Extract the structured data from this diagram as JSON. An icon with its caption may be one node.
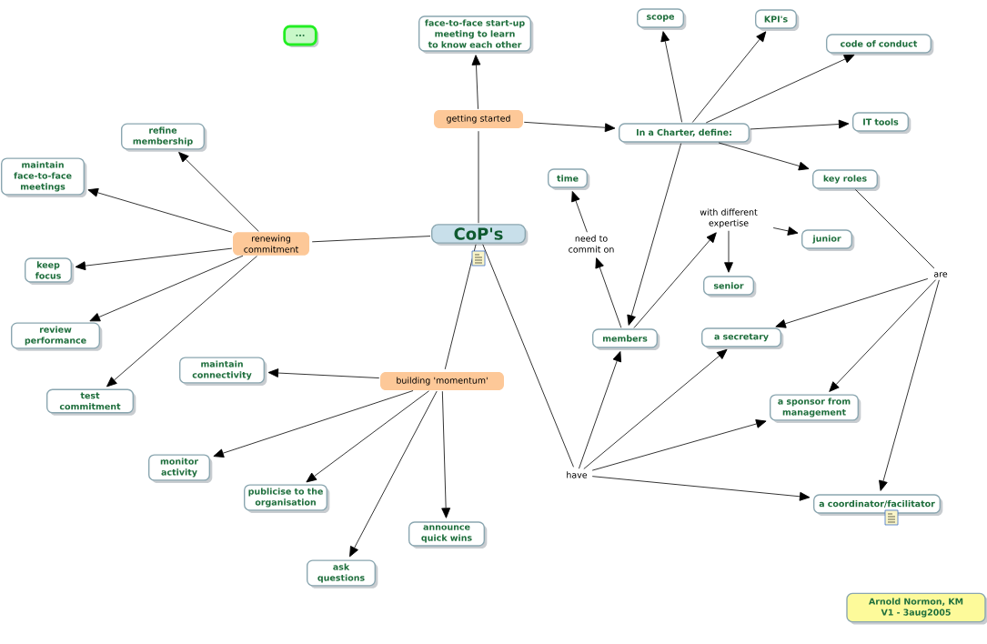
{
  "diagram": {
    "nodes": [
      {
        "text": [
          "..."
        ]
      },
      {
        "text": [
          "CoP's"
        ]
      },
      {
        "text": [
          "getting started"
        ]
      },
      {
        "text": [
          "face-to-face start-up meeting to learn to know each other"
        ]
      },
      {
        "text": [
          "In a Charter, define:"
        ]
      },
      {
        "text": [
          "scope"
        ]
      },
      {
        "text": [
          "KPI's"
        ]
      },
      {
        "text": [
          "code of conduct"
        ]
      },
      {
        "text": [
          "IT tools"
        ]
      },
      {
        "text": [
          "key roles"
        ]
      },
      {
        "text": [
          "time"
        ]
      },
      {
        "text": [
          "need to commit on"
        ]
      },
      {
        "text": [
          "with different expertise"
        ]
      },
      {
        "text": [
          "junior"
        ]
      },
      {
        "text": [
          "senior"
        ]
      },
      {
        "text": [
          "are"
        ]
      },
      {
        "text": [
          "members"
        ]
      },
      {
        "text": [
          "a secretary"
        ]
      },
      {
        "text": [
          "a sponsor from management"
        ]
      },
      {
        "text": [
          "a coordinator/facilitator"
        ]
      },
      {
        "text": [
          "have"
        ]
      },
      {
        "text": [
          "renewing commitment"
        ]
      },
      {
        "text": [
          "refine membership"
        ]
      },
      {
        "text": [
          "maintain face-to-face meetings"
        ]
      },
      {
        "text": [
          "keep focus"
        ]
      },
      {
        "text": [
          "review performance"
        ]
      },
      {
        "text": [
          "test commitment"
        ]
      },
      {
        "text": [
          "building 'momentum'"
        ]
      },
      {
        "text": [
          "maintain connectivity"
        ]
      },
      {
        "text": [
          "monitor activity"
        ]
      },
      {
        "text": [
          "publicise to the organisation"
        ]
      },
      {
        "text": [
          "ask questions"
        ]
      },
      {
        "text": [
          "announce quick wins"
        ]
      },
      {
        "text": [
          "Arnold Normon, KM",
          "V1 - 3aug2005"
        ]
      }
    ],
    "edges": [
      {
        "from": 1,
        "to": 2,
        "arrow": "none"
      },
      {
        "from": 2,
        "to": 3,
        "arrow": "to"
      },
      {
        "from": 2,
        "to": 4,
        "arrow": "to"
      },
      {
        "from": 4,
        "to": 5,
        "arrow": "to"
      },
      {
        "from": 4,
        "to": 6,
        "arrow": "to"
      },
      {
        "from": 4,
        "to": 7,
        "arrow": "to"
      },
      {
        "from": 4,
        "to": 8,
        "arrow": "to"
      },
      {
        "from": 4,
        "to": 9,
        "arrow": "to"
      },
      {
        "from": 4,
        "to": 16,
        "arrow": "to"
      },
      {
        "from": 16,
        "to": 11,
        "arrow": "to"
      },
      {
        "from": 11,
        "to": 10,
        "arrow": "to"
      },
      {
        "from": 16,
        "to": 12,
        "arrow": "to"
      },
      {
        "from": 12,
        "to": 13,
        "arrow": "to"
      },
      {
        "from": 12,
        "to": 14,
        "arrow": "to"
      },
      {
        "from": 9,
        "to": 15,
        "arrow": "none"
      },
      {
        "from": 15,
        "to": 17,
        "arrow": "to"
      },
      {
        "from": 15,
        "to": 18,
        "arrow": "to"
      },
      {
        "from": 15,
        "to": 19,
        "arrow": "to"
      },
      {
        "from": 1,
        "to": 20,
        "arrow": "none"
      },
      {
        "from": 20,
        "to": 16,
        "arrow": "to"
      },
      {
        "from": 20,
        "to": 17,
        "arrow": "to"
      },
      {
        "from": 20,
        "to": 18,
        "arrow": "to"
      },
      {
        "from": 20,
        "to": 19,
        "arrow": "to"
      },
      {
        "from": 1,
        "to": 21,
        "arrow": "none"
      },
      {
        "from": 21,
        "to": 22,
        "arrow": "to"
      },
      {
        "from": 21,
        "to": 23,
        "arrow": "to"
      },
      {
        "from": 21,
        "to": 24,
        "arrow": "to"
      },
      {
        "from": 21,
        "to": 25,
        "arrow": "to"
      },
      {
        "from": 21,
        "to": 26,
        "arrow": "to"
      },
      {
        "from": 1,
        "to": 27,
        "arrow": "none"
      },
      {
        "from": 27,
        "to": 28,
        "arrow": "to"
      },
      {
        "from": 27,
        "to": 29,
        "arrow": "to"
      },
      {
        "from": 27,
        "to": 30,
        "arrow": "to"
      },
      {
        "from": 27,
        "to": 31,
        "arrow": "to"
      },
      {
        "from": 27,
        "to": 32,
        "arrow": "to"
      }
    ]
  }
}
